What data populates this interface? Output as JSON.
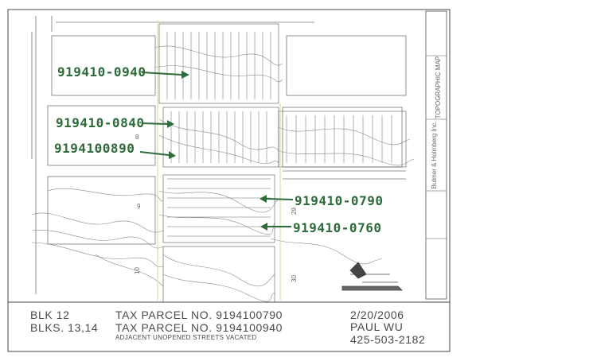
{
  "annotations": [
    "919410-0940",
    "919410-0840",
    "9194100890",
    "919410-0790",
    "919410-0760"
  ],
  "map_labels": {
    "block_8": "8",
    "block_9": "9",
    "block_10": "10",
    "block_29": "29",
    "block_30": "30"
  },
  "title_block": {
    "firm": "Bulmer & Holmberg Inc.",
    "sheet_title": "TOPOGRAPHIC MAP"
  },
  "footer": {
    "left_line1_blk": "BLK 12",
    "left_line1_parcel": "TAX PARCEL NO. 9194100790",
    "left_line2_blk": "BLKS. 13,14",
    "left_line2_parcel": "TAX PARCEL NO. 9194100940",
    "note": "ADJACENT UNOPENED STREETS VACATED",
    "date": "2/20/2006",
    "name": "PAUL WU",
    "phone": "425-503-2182"
  },
  "colors": {
    "ink_green": "#2e6b3a",
    "linework": "#555555"
  }
}
